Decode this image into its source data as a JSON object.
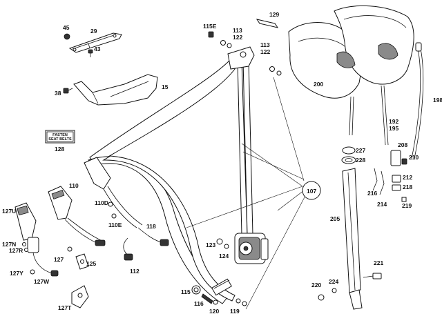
{
  "diagram": {
    "callouts": {
      "c45": "45",
      "c29": "29",
      "c43": "43",
      "c38": "38",
      "c15": "15",
      "c115e": "115E",
      "c113a": "113",
      "c122a": "122",
      "c113b": "113",
      "c122b": "122",
      "c129": "129",
      "c200": "200",
      "c198": "198",
      "c192": "192",
      "c195": "195",
      "c128": "128",
      "c227": "227",
      "c228": "228",
      "c208": "208",
      "c210": "210",
      "c212": "212",
      "c218": "218",
      "c216": "216",
      "c214": "214",
      "c219": "219",
      "c107": "107",
      "c110": "110",
      "c110d": "110D",
      "c110e": "110E",
      "c118": "118",
      "c205": "205",
      "c127u": "127U",
      "c127n": "127N",
      "c127r": "127R",
      "c127": "127",
      "c125": "125",
      "c112": "112",
      "c127y": "127Y",
      "c127w": "127W",
      "c123": "123",
      "c124": "124",
      "c221": "221",
      "c220": "220",
      "c224": "224",
      "c115": "115",
      "c116": "116",
      "c120": "120",
      "c119": "119",
      "c127t": "127T"
    },
    "tag_text": {
      "line1": "FASTEN",
      "line2": "SEAT BELTS"
    }
  }
}
